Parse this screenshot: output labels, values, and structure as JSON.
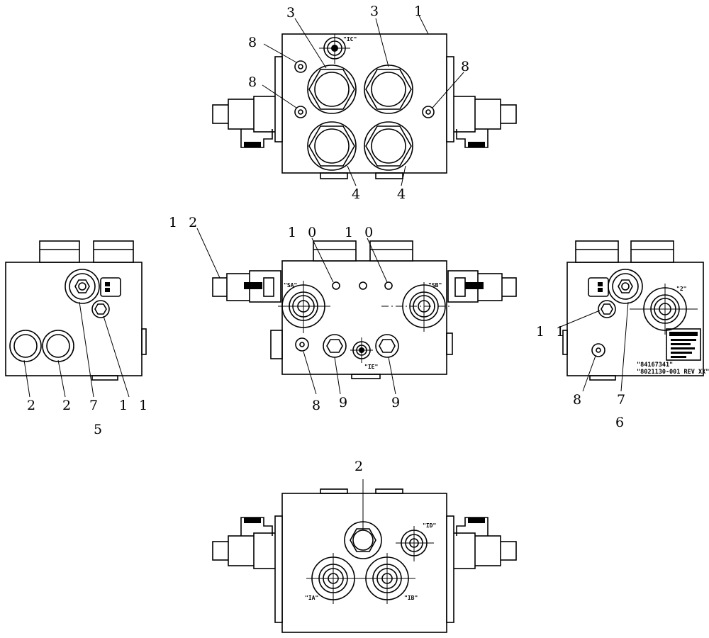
{
  "callouts": {
    "top": [
      "3",
      "3",
      "1",
      "8",
      "8",
      "8",
      "4",
      "4"
    ],
    "left": [
      "2",
      "2",
      "7",
      "1 1",
      "5"
    ],
    "center": [
      "1 2",
      "1 0",
      "1 0",
      "8",
      "9",
      "9"
    ],
    "right": [
      "1 1",
      "8",
      "7",
      "6"
    ],
    "bottom": [
      "2"
    ]
  },
  "port_tags": {
    "ic": "\"IC\"",
    "sa": "\"SA\"",
    "sb": "\"SB\"",
    "ie": "\"IE\"",
    "two": "\"2\"",
    "id": "\"ID\"",
    "ia": "\"IA\"",
    "ib": "\"IB\""
  },
  "nameplate": {
    "line1": "\"84167341\"",
    "line2": "\"8021130-001 REV XX\""
  }
}
